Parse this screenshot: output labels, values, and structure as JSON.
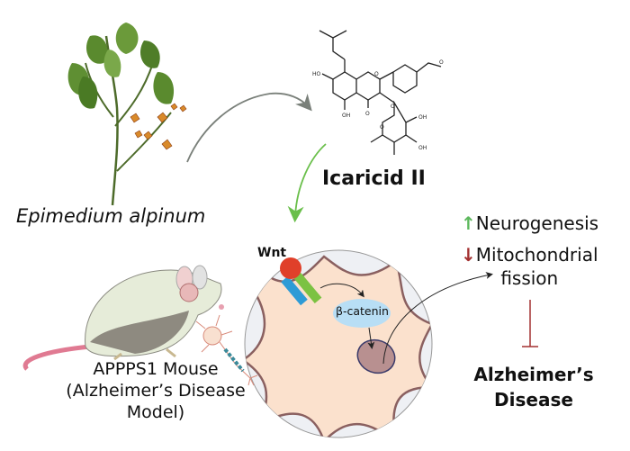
{
  "plant": {
    "name": "Epimedium alpinum",
    "icon": "epimedium-plant-illustration"
  },
  "compound": {
    "name": "Icaricid II",
    "icon": "chemical-structure",
    "structure_labels": [
      "HO",
      "OH",
      "O",
      "O",
      "O",
      "OH",
      "OH",
      "O",
      "O"
    ]
  },
  "mouse": {
    "line1": "APPPS1 Mouse",
    "line2": "(Alzheimer’s Disease",
    "line3": "Model)",
    "icon": "mouse-with-brain-and-neuron"
  },
  "cell": {
    "ligand": "Wnt",
    "protein": "β-catenin",
    "colors": {
      "wnt": "#e0402a",
      "receptor_blue": "#2e9bd6",
      "receptor_green": "#7cc242",
      "catenin": "#b8def5",
      "nucleus": "#b89090",
      "cytoplasm": "#fbe1cd",
      "membrane": "#8a6060"
    }
  },
  "effects": {
    "up_arrow": "↑",
    "up_text": "Neurogenesis",
    "down_arrow": "↓",
    "down_text_1": "Mitochondrial",
    "down_text_2": "fission"
  },
  "disease": {
    "line1": "Alzheimer’s",
    "line2": "Disease"
  },
  "colors": {
    "gray_arrow": "#7a807a",
    "green_arrow": "#6abf4b",
    "inhibit": "#a33030",
    "up": "#5cb85c",
    "down": "#a33030"
  }
}
